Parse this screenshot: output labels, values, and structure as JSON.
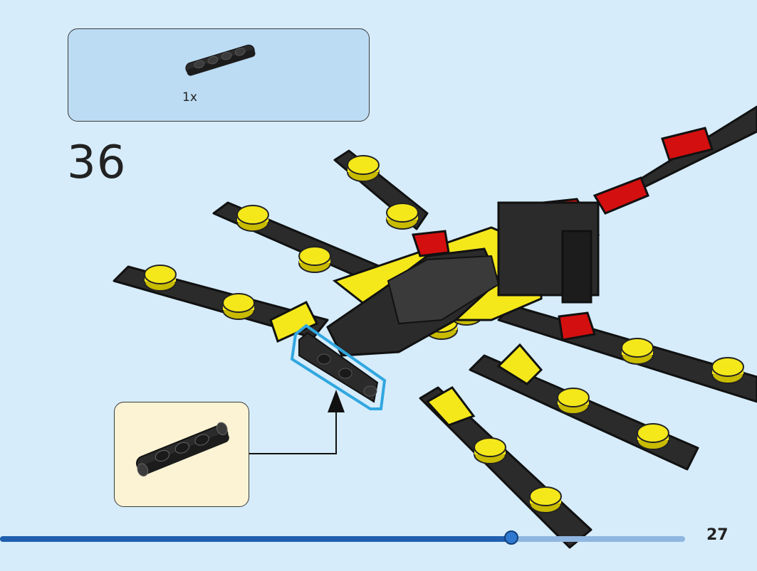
{
  "instruction_page": {
    "step_number": "36",
    "parts_list": {
      "quantity": "1x",
      "part_color": "#2b2b2b"
    },
    "page_number": "27",
    "progress": {
      "value": 0.746,
      "track_color": "#8fb6e0",
      "fill_color": "#1f5fae"
    },
    "colors": {
      "background": "#d6ecfb",
      "parts_box": "#bcdcf4",
      "callout_box": "#fbf3d4",
      "highlight": "#31a7e0",
      "brick_black": "#2b2b2b",
      "brick_yellow": "#f5e81a",
      "brick_red": "#d40f0f"
    },
    "icons": [
      "plate-1x4-part-icon",
      "callout-arrow-icon",
      "spider-model-illustration"
    ]
  }
}
